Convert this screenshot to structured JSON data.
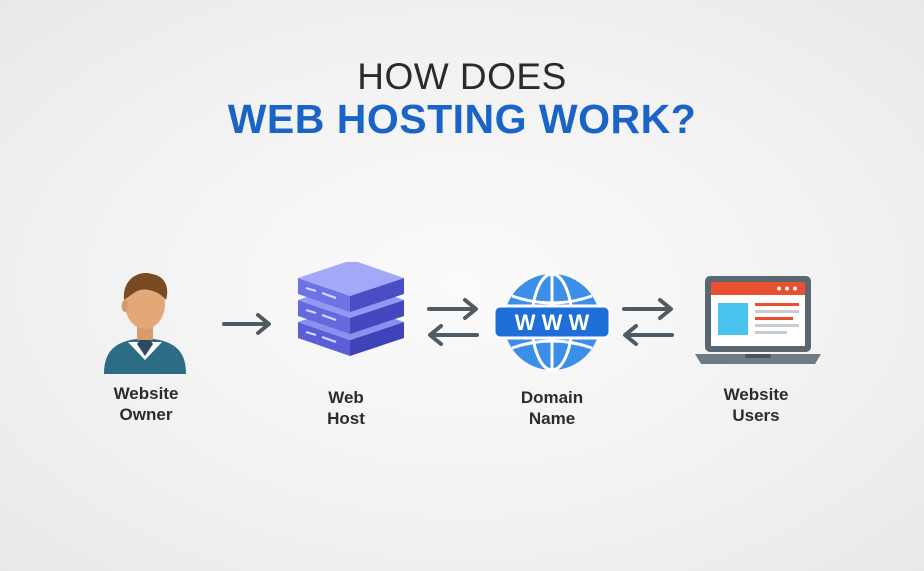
{
  "title": {
    "line1": "HOW DOES",
    "line2": "WEB HOSTING WORK?"
  },
  "nodes": [
    {
      "line1": "Website",
      "line2": "Owner",
      "icon": "person-icon"
    },
    {
      "line1": "Web",
      "line2": "Host",
      "icon": "server-icon"
    },
    {
      "line1": "Domain",
      "line2": "Name",
      "icon": "globe-icon"
    },
    {
      "line1": "Website",
      "line2": "Users",
      "icon": "laptop-icon"
    }
  ],
  "globe_text": "W W W",
  "colors": {
    "accent": "#1a64c7",
    "arrow": "#4f5a62",
    "server": "#6a6fe0",
    "globe": "#3d8ee8",
    "browser_bar": "#e8502f"
  }
}
